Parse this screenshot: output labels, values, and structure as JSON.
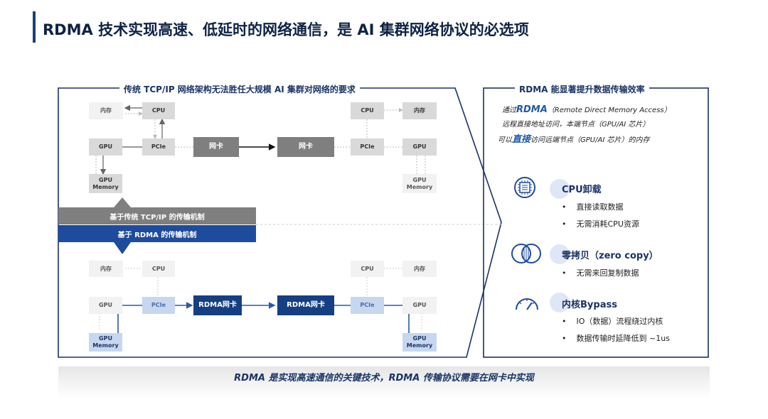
{
  "title": "RDMA 技术实现高速、低延时的网络通信，是 AI 集群网络协议的必选项",
  "left_panel": {
    "header": "传统 TCP/IP 网络架构无法胜任大规模 AI 集群对网络的要求",
    "tcp": {
      "memory": "内存",
      "cpu": "CPU",
      "gpu": "GPU",
      "pcie": "PCIe",
      "nic": "网卡",
      "gpu_memory": "GPU Memory"
    },
    "band_tcp": "基于传统 TCP/IP 的传输机制",
    "band_rdma": "基于 RDMA 的传输机制",
    "rdma": {
      "memory": "内存",
      "cpu": "CPU",
      "gpu": "GPU",
      "pcie": "PCIe",
      "nic": "RDMA网卡",
      "gpu_memory": "GPU Memory"
    }
  },
  "right_panel": {
    "header": "RDMA 能显著提升数据传输效率",
    "intro_line1_pre": "通过",
    "intro_line1_em": "RDMA",
    "intro_line1_post": "（Remote Direct Memory Access）",
    "intro_line2": "远程直接地址访问，本端节点（GPU/AI 芯片）",
    "intro_line3_pre": "可以",
    "intro_line3_em": "直接",
    "intro_line3_post": "访问远端节点（GPU/AI 芯片）的内存",
    "features": [
      {
        "icon": "chip-icon",
        "title": "CPU卸载",
        "items": [
          "直接读取数据",
          "无需消耗CPU资源"
        ]
      },
      {
        "icon": "overlap-circles-icon",
        "title": "零拷贝（zero copy）",
        "items": [
          "无需来回复制数据"
        ]
      },
      {
        "icon": "gauge-icon",
        "title": "内核Bypass",
        "items": [
          "IO（数据）流程绕过内核",
          "数据传输时延降低到 ~1us"
        ]
      }
    ]
  },
  "bottom_text": "RDMA 是实现高速通信的关键技术，RDMA 传输协议需要在网卡中实现",
  "colors": {
    "navy": "#1a3366",
    "rdma_blue": "#153f82",
    "gray_nic": "#7f7f7f",
    "pale_blue": "#c7d7ef"
  }
}
